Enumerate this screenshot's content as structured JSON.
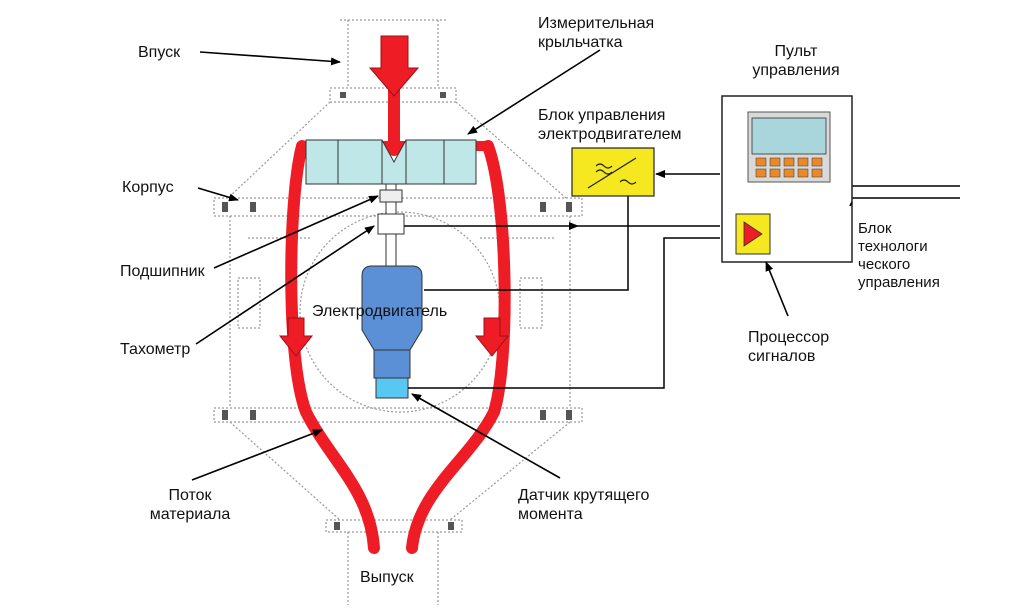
{
  "labels": {
    "inlet": "Впуск",
    "impeller": "Измерительная\nкрыльчатка",
    "control_panel": "Пульт\nуправления",
    "motor_control_unit": "Блок управления\nэлектродвигателем",
    "housing": "Корпус",
    "bearing": "Подшипник",
    "process_control_unit": "Блок\nтехнологи\nческого\nуправления",
    "motor": "Электродвигатель",
    "tachometer": "Тахометр",
    "signal_processor": "Процессор\nсигналов",
    "material_flow": "Поток\nматериала",
    "torque_sensor": "Датчик крутящего\nмомента",
    "outlet": "Выпуск"
  },
  "colors": {
    "material_flow": "#ee1c24",
    "impeller": "#bfe7e8",
    "motor": "#5b8fd6",
    "motor_tail": "#58c8f2",
    "motor_control_unit": "#f5e821",
    "processor_button": "#f5e821",
    "screen": "#a9d6dc",
    "housing_outline": "#9a9a9a"
  },
  "icons": {
    "motor_control_unit": "inverter-icon",
    "signal_processor": "play-icon",
    "control_panel_screen": "hmi-screen-icon"
  }
}
